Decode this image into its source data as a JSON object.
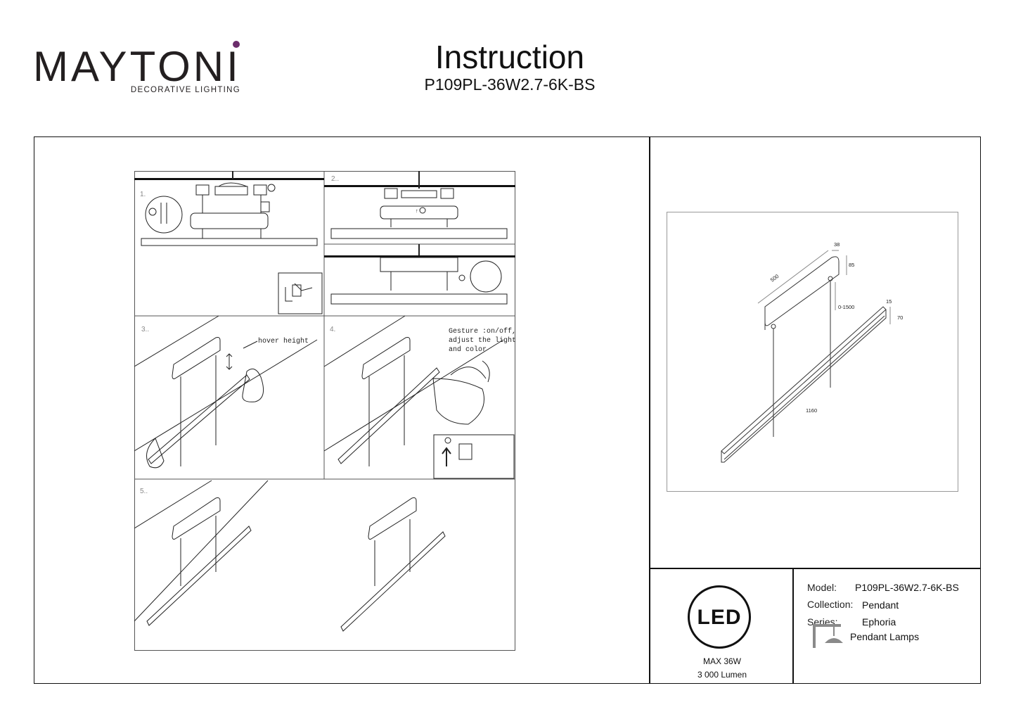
{
  "header": {
    "brand": "MAYTONI",
    "brand_tagline": "DECORATIVE LIGHTING",
    "title": "Instruction",
    "model_code": "P109PL-36W2.7-6K-BS",
    "accent_color": "#6b2d6b"
  },
  "steps": {
    "step1": "1.",
    "step2": "2..",
    "step3": "3..",
    "step4": "4.",
    "step5": "5..",
    "hover_height": "hover height",
    "gesture_line1": "Gesture :on/off,",
    "gesture_line2": "adjust the light",
    "gesture_line3": "and color"
  },
  "dimensions": {
    "d38": "38",
    "d85": "85",
    "d500": "500",
    "d0_1500": "0-1500",
    "d15": "15",
    "d70": "70",
    "d1160": "1160"
  },
  "led": {
    "label": "LED",
    "power": "MAX 36W",
    "lumen": "3 000 Lumen"
  },
  "specs": {
    "model_label": "Model:",
    "model_value": "P109PL-36W2.7-6K-BS",
    "collection_label": "Collection:",
    "collection_value": "Pendant",
    "series_label": "Series:",
    "series_value": "Ephoria",
    "type_icon": "pendant-lamp-icon",
    "type_label": "Pendant Lamps"
  }
}
